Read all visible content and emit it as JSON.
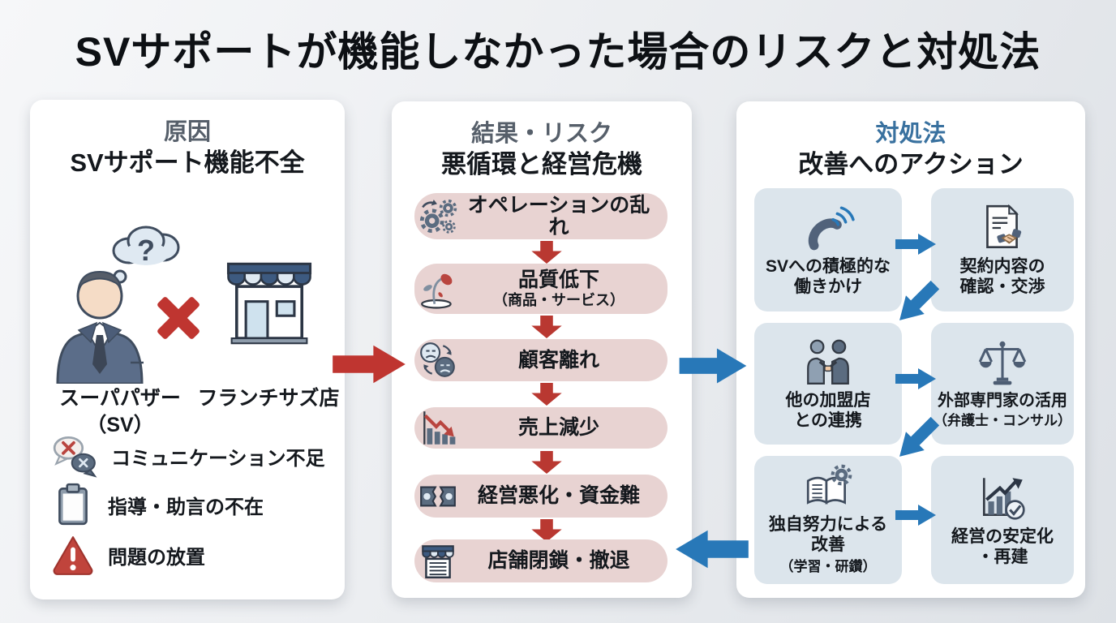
{
  "title": "SVサポートが機能しなかった場合のリスクと対処法",
  "cause": {
    "header": "原因",
    "subtitle": "SVサポート機能不全",
    "question_mark": "?",
    "sv_label_line1": "スーパパザー",
    "sv_label_line2": "（SV）",
    "store_label": "フランチサズ店",
    "issues": [
      {
        "label": "コミュニケーション不足"
      },
      {
        "label": "指導・助言の不在"
      },
      {
        "label": "問題の放置"
      }
    ]
  },
  "risk": {
    "header": "結果・リスク",
    "subtitle": "悪循環と経営危機",
    "steps": [
      {
        "label": "オペレーションの乱れ"
      },
      {
        "label": "品質低下",
        "sublabel": "（商品・サービス）"
      },
      {
        "label": "顧客離れ"
      },
      {
        "label": "売上減少"
      },
      {
        "label": "経営悪化・資金難"
      },
      {
        "label": "店舗閉鎖・撤退"
      }
    ]
  },
  "action": {
    "header": "対処法",
    "subtitle": "改善へのアクション",
    "cells": [
      {
        "line1": "SVへの積極的な",
        "line2": "働きかけ"
      },
      {
        "line1": "契約内容の",
        "line2": "確認・交渉"
      },
      {
        "line1": "他の加盟店",
        "line2": "との連携"
      },
      {
        "line1": "外部専門家の活用",
        "line2": "（弁護士・コンサル）"
      },
      {
        "line1": "独自努力による",
        "line2": "改善",
        "line3": "（学習・研鑽）"
      },
      {
        "line1": "経営の安定化",
        "line2": "・再建"
      }
    ]
  },
  "colors": {
    "accent_red": "#b93831",
    "accent_blue": "#2878b8",
    "risk_box_bg": "#e8d3d2",
    "action_cell_bg": "#dce5ec",
    "header_gray": "#565f6a",
    "header_blue": "#39719f"
  }
}
